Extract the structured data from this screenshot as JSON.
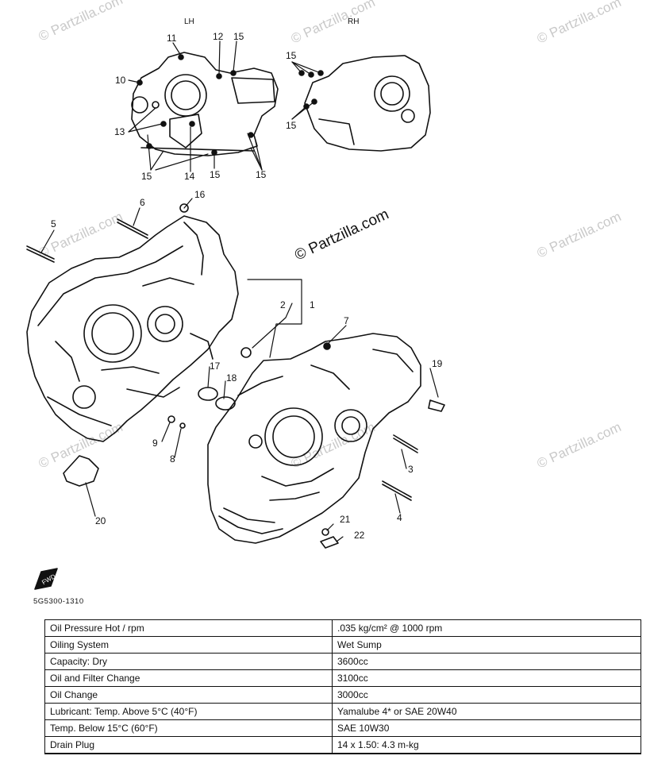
{
  "watermark": {
    "text": "© Partzilla.com",
    "featured_text": "© Partzilla.com"
  },
  "diagram": {
    "side_labels": {
      "left": "LH",
      "right": "RH"
    },
    "callouts": [
      {
        "id": "c1",
        "text": "1"
      },
      {
        "id": "c2",
        "text": "2"
      },
      {
        "id": "c3",
        "text": "3"
      },
      {
        "id": "c4",
        "text": "4"
      },
      {
        "id": "c5",
        "text": "5"
      },
      {
        "id": "c6",
        "text": "6"
      },
      {
        "id": "c7",
        "text": "7"
      },
      {
        "id": "c8",
        "text": "8"
      },
      {
        "id": "c9",
        "text": "9"
      },
      {
        "id": "c10",
        "text": "10"
      },
      {
        "id": "c11",
        "text": "11"
      },
      {
        "id": "c12",
        "text": "12"
      },
      {
        "id": "c13",
        "text": "13"
      },
      {
        "id": "c14",
        "text": "14"
      },
      {
        "id": "c15a",
        "text": "15"
      },
      {
        "id": "c15b",
        "text": "15"
      },
      {
        "id": "c15c",
        "text": "15"
      },
      {
        "id": "c15d",
        "text": "15"
      },
      {
        "id": "c15e",
        "text": "15"
      },
      {
        "id": "c15f",
        "text": "15"
      },
      {
        "id": "c16",
        "text": "16"
      },
      {
        "id": "c17",
        "text": "17"
      },
      {
        "id": "c18",
        "text": "18"
      },
      {
        "id": "c19",
        "text": "19"
      },
      {
        "id": "c20",
        "text": "20"
      },
      {
        "id": "c21",
        "text": "21"
      },
      {
        "id": "c22",
        "text": "22"
      }
    ],
    "fwd_badge": "FWD",
    "drawing_code": "5G5300-1310"
  },
  "spec_table": {
    "rows": [
      {
        "label": "Oil Pressure Hot / rpm",
        "value": ".035 kg/cm² @ 1000 rpm",
        "indent": 0
      },
      {
        "label": "Oiling System",
        "value": "Wet Sump",
        "indent": 0
      },
      {
        "label": "Capacity: Dry",
        "value": "3600cc",
        "indent": 1
      },
      {
        "label": "Oil and Filter Change",
        "value": "3100cc",
        "indent": 2
      },
      {
        "label": "Oil Change",
        "value": "3000cc",
        "indent": 2
      },
      {
        "label": "Lubricant: Temp. Above 5°C (40°F)",
        "value": "Yamalube 4* or SAE 20W40",
        "indent": 0
      },
      {
        "label": "Temp. Below 15°C (60°F)",
        "value": "SAE 10W30",
        "indent": 3
      },
      {
        "label": "Drain Plug",
        "value": "14 x 1.50: 4.3 m-kg",
        "indent": 0
      }
    ]
  }
}
